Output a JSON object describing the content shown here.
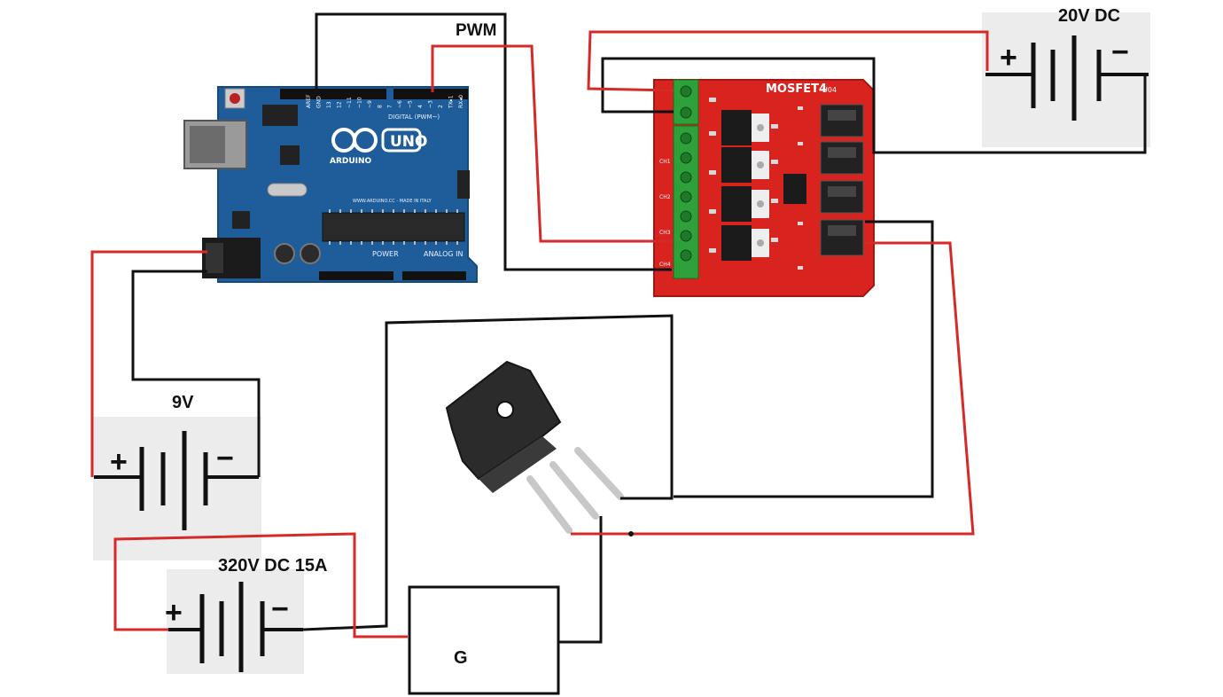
{
  "labels": {
    "pwm": "PWM",
    "battery_20v": "20V DC",
    "battery_9v": "9V",
    "battery_320v": "320V DC 15A",
    "load": "G"
  },
  "battery_signs": {
    "plus": "+",
    "minus": "−"
  },
  "arduino": {
    "brand": "ARDUINO",
    "model": "UNO",
    "digital": "DIGITAL (PWM~)",
    "power": "POWER",
    "analog": "ANALOG IN",
    "site": "WWW.ARDUINO.CC - MADE IN ITALY",
    "pin_labels": [
      "AREF",
      "GND",
      "13",
      "12",
      "~11",
      "~10",
      "~9",
      "8",
      "7",
      "~6",
      "~5",
      "4",
      "~3",
      "2",
      "TX▸1",
      "RX◂0"
    ]
  },
  "mosfet_board": {
    "title": "MOSFET4",
    "code": "U04",
    "channels": [
      "CH1",
      "CH2",
      "CH3",
      "CH4"
    ]
  },
  "colors": {
    "wire_red": "#d42a2a",
    "wire_black": "#111111",
    "arduino_blue": "#1f5d9a",
    "mosfet_red": "#d8231f",
    "terminal_green": "#2fa13a"
  },
  "icons": {
    "battery": "battery-symbol-icon",
    "transistor": "to247-transistor-icon",
    "arduino": "arduino-uno-board",
    "mosfet": "mosfet-driver-board"
  }
}
